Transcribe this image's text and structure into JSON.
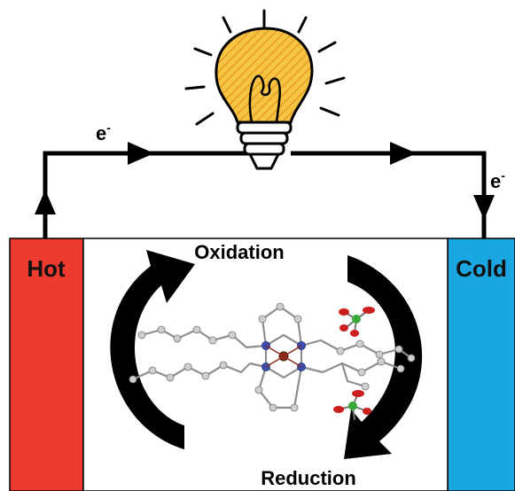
{
  "electron_label": "e",
  "electron_charge": "-",
  "hot_label": "Hot",
  "cold_label": "Cold",
  "oxidation_label": "Oxidation",
  "reduction_label": "Reduction",
  "colors": {
    "hot": "#ee3a2f",
    "cold": "#1aa6e0",
    "wire": "#000000",
    "bulb_fill": "#f6c342",
    "bulb_hatch": "#e08a1a",
    "carbon": "#a8a8a8",
    "nitrogen": "#3a4fb0",
    "oxygen": "#cc1f1f",
    "chlorine": "#3aa83a",
    "metal": "#8a2b1c"
  },
  "icons": {
    "bulb": "light-bulb-icon",
    "rays": "light-rays-icon",
    "cycle": "redox-cycle-arrows-icon",
    "molecule": "molecular-structure-icon"
  }
}
